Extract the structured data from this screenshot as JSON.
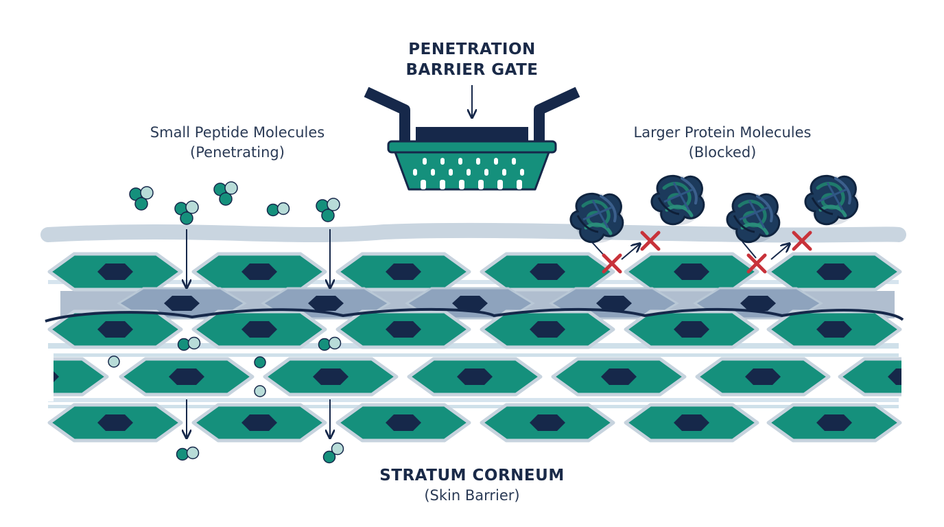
{
  "gate": {
    "title_line1": "PENETRATION",
    "title_line2": "BARRIER GATE"
  },
  "small_molecules": {
    "line1": "Small Peptide Molecules",
    "line2": "(Penetrating)"
  },
  "large_molecules": {
    "line1": "Larger Protein Molecules",
    "line2": "(Blocked)"
  },
  "barrier": {
    "title": "STRATUM CORNEUM",
    "subtitle": "(Skin Barrier)"
  },
  "colors": {
    "teal": "#15907c",
    "navy": "#16284a",
    "light_blue": "#c9d6e2",
    "blocked_red": "#c8323a"
  }
}
